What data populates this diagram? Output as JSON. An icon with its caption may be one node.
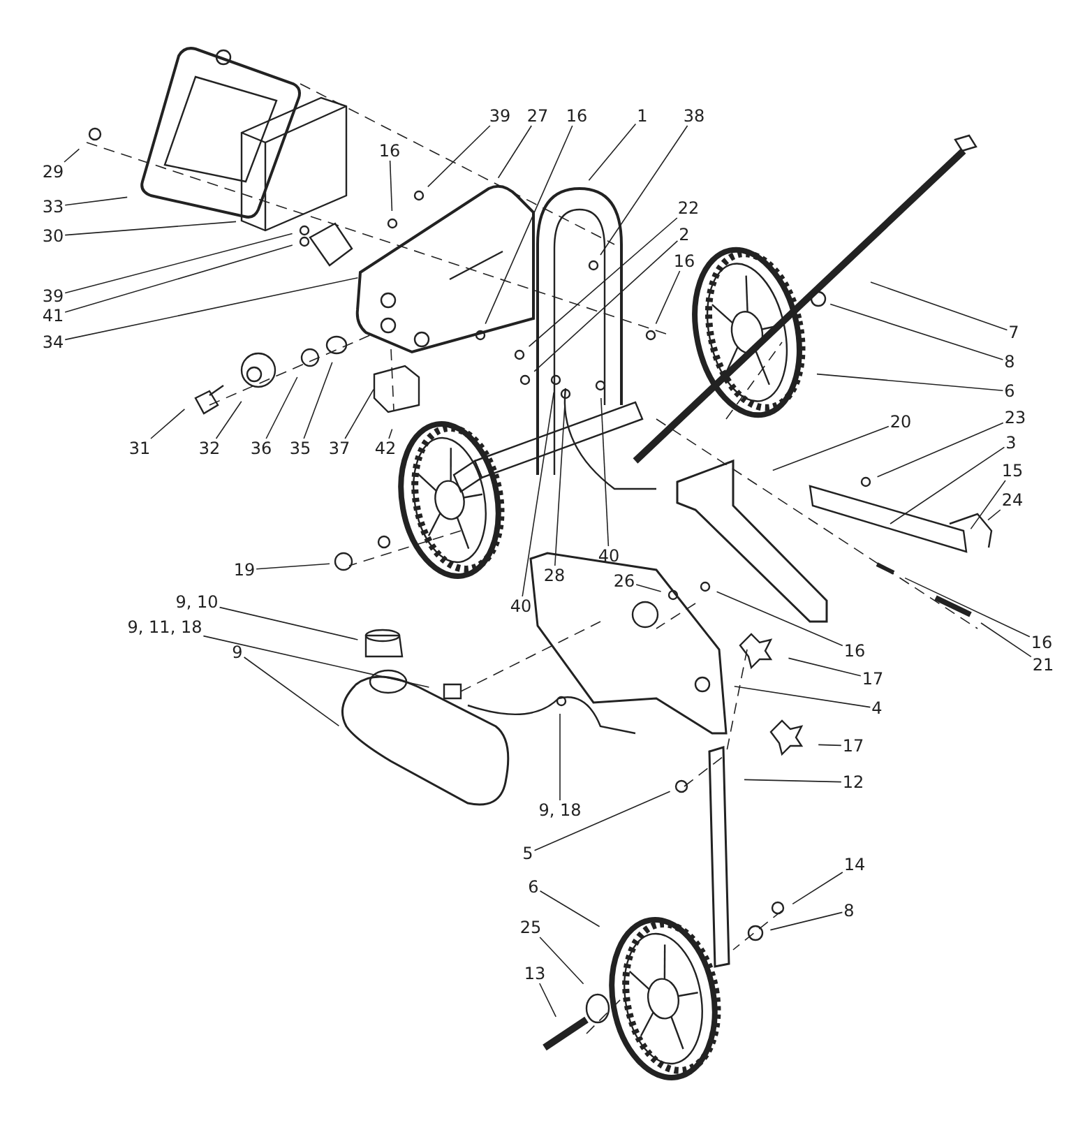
{
  "diagram": {
    "nodes": [
      {
        "text": [
          "16"
        ]
      },
      {
        "text": [
          "39"
        ]
      },
      {
        "text": [
          "27"
        ]
      },
      {
        "text": [
          "16"
        ]
      },
      {
        "text": [
          "1"
        ]
      },
      {
        "text": [
          "38"
        ]
      },
      {
        "text": [
          "29"
        ]
      },
      {
        "text": [
          "33"
        ]
      },
      {
        "text": [
          "30"
        ]
      },
      {
        "text": [
          "22"
        ]
      },
      {
        "text": [
          "2"
        ]
      },
      {
        "text": [
          "16"
        ]
      },
      {
        "text": [
          "39"
        ]
      },
      {
        "text": [
          "41"
        ]
      },
      {
        "text": [
          "34"
        ]
      },
      {
        "text": [
          "7"
        ]
      },
      {
        "text": [
          "8"
        ]
      },
      {
        "text": [
          "6"
        ]
      },
      {
        "text": [
          "31"
        ]
      },
      {
        "text": [
          "32"
        ]
      },
      {
        "text": [
          "36"
        ]
      },
      {
        "text": [
          "35"
        ]
      },
      {
        "text": [
          "37"
        ]
      },
      {
        "text": [
          "42"
        ]
      },
      {
        "text": [
          "23"
        ]
      },
      {
        "text": [
          "20"
        ]
      },
      {
        "text": [
          "3"
        ]
      },
      {
        "text": [
          "15"
        ]
      },
      {
        "text": [
          "24"
        ]
      },
      {
        "text": [
          "19"
        ]
      },
      {
        "text": [
          "40"
        ]
      },
      {
        "text": [
          "28"
        ]
      },
      {
        "text": [
          "40"
        ]
      },
      {
        "text": [
          "26"
        ]
      },
      {
        "text": [
          "9, 10"
        ]
      },
      {
        "text": [
          "9, 11, 18"
        ]
      },
      {
        "text": [
          "16"
        ]
      },
      {
        "text": [
          "16"
        ]
      },
      {
        "text": [
          "21"
        ]
      },
      {
        "text": [
          "9"
        ]
      },
      {
        "text": [
          "17"
        ]
      },
      {
        "text": [
          "4"
        ]
      },
      {
        "text": [
          "17"
        ]
      },
      {
        "text": [
          "12"
        ]
      },
      {
        "text": [
          "9, 18"
        ]
      },
      {
        "text": [
          "5"
        ]
      },
      {
        "text": [
          "14"
        ]
      },
      {
        "text": [
          "6"
        ]
      },
      {
        "text": [
          "8"
        ]
      },
      {
        "text": [
          "25"
        ]
      },
      {
        "text": [
          "13"
        ]
      }
    ],
    "edges": [
      {
        "from": 0,
        "to": null,
        "arrow": "none"
      },
      {
        "from": 1,
        "to": null,
        "arrow": "none"
      },
      {
        "from": 2,
        "to": null,
        "arrow": "none"
      },
      {
        "from": 3,
        "to": null,
        "arrow": "none"
      },
      {
        "from": 4,
        "to": null,
        "arrow": "none"
      },
      {
        "from": 5,
        "to": null,
        "arrow": "none"
      },
      {
        "from": 6,
        "to": null,
        "arrow": "none"
      },
      {
        "from": 7,
        "to": null,
        "arrow": "none"
      },
      {
        "from": 8,
        "to": null,
        "arrow": "none"
      },
      {
        "from": 9,
        "to": null,
        "arrow": "none"
      },
      {
        "from": 10,
        "to": null,
        "arrow": "none"
      },
      {
        "from": 11,
        "to": null,
        "arrow": "none"
      },
      {
        "from": 12,
        "to": null,
        "arrow": "none"
      },
      {
        "from": 13,
        "to": null,
        "arrow": "none"
      },
      {
        "from": 14,
        "to": null,
        "arrow": "none"
      },
      {
        "from": 15,
        "to": null,
        "arrow": "none"
      },
      {
        "from": 16,
        "to": null,
        "arrow": "none"
      },
      {
        "from": 17,
        "to": null,
        "arrow": "none"
      },
      {
        "from": 18,
        "to": null,
        "arrow": "none"
      },
      {
        "from": 19,
        "to": null,
        "arrow": "none"
      },
      {
        "from": 20,
        "to": null,
        "arrow": "none"
      },
      {
        "from": 21,
        "to": null,
        "arrow": "none"
      },
      {
        "from": 22,
        "to": null,
        "arrow": "none"
      },
      {
        "from": 23,
        "to": null,
        "arrow": "none"
      },
      {
        "from": 24,
        "to": null,
        "arrow": "none"
      },
      {
        "from": 25,
        "to": null,
        "arrow": "none"
      },
      {
        "from": 26,
        "to": null,
        "arrow": "none"
      },
      {
        "from": 27,
        "to": null,
        "arrow": "none"
      },
      {
        "from": 28,
        "to": null,
        "arrow": "none"
      },
      {
        "from": 29,
        "to": null,
        "arrow": "none"
      },
      {
        "from": 30,
        "to": null,
        "arrow": "none"
      },
      {
        "from": 31,
        "to": null,
        "arrow": "none"
      },
      {
        "from": 32,
        "to": null,
        "arrow": "none"
      },
      {
        "from": 33,
        "to": null,
        "arrow": "none"
      },
      {
        "from": 34,
        "to": null,
        "arrow": "none"
      },
      {
        "from": 35,
        "to": null,
        "arrow": "none"
      },
      {
        "from": 36,
        "to": null,
        "arrow": "none"
      },
      {
        "from": 37,
        "to": null,
        "arrow": "none"
      },
      {
        "from": 38,
        "to": null,
        "arrow": "none"
      },
      {
        "from": 39,
        "to": null,
        "arrow": "none"
      },
      {
        "from": 40,
        "to": null,
        "arrow": "none"
      },
      {
        "from": 41,
        "to": null,
        "arrow": "none"
      },
      {
        "from": 42,
        "to": null,
        "arrow": "none"
      },
      {
        "from": 43,
        "to": null,
        "arrow": "none"
      },
      {
        "from": 44,
        "to": null,
        "arrow": "none"
      },
      {
        "from": 45,
        "to": null,
        "arrow": "none"
      },
      {
        "from": 46,
        "to": null,
        "arrow": "none"
      },
      {
        "from": 47,
        "to": null,
        "arrow": "none"
      },
      {
        "from": 48,
        "to": null,
        "arrow": "none"
      },
      {
        "from": 49,
        "to": null,
        "arrow": "none"
      },
      {
        "from": 50,
        "to": null,
        "arrow": "none"
      }
    ]
  }
}
